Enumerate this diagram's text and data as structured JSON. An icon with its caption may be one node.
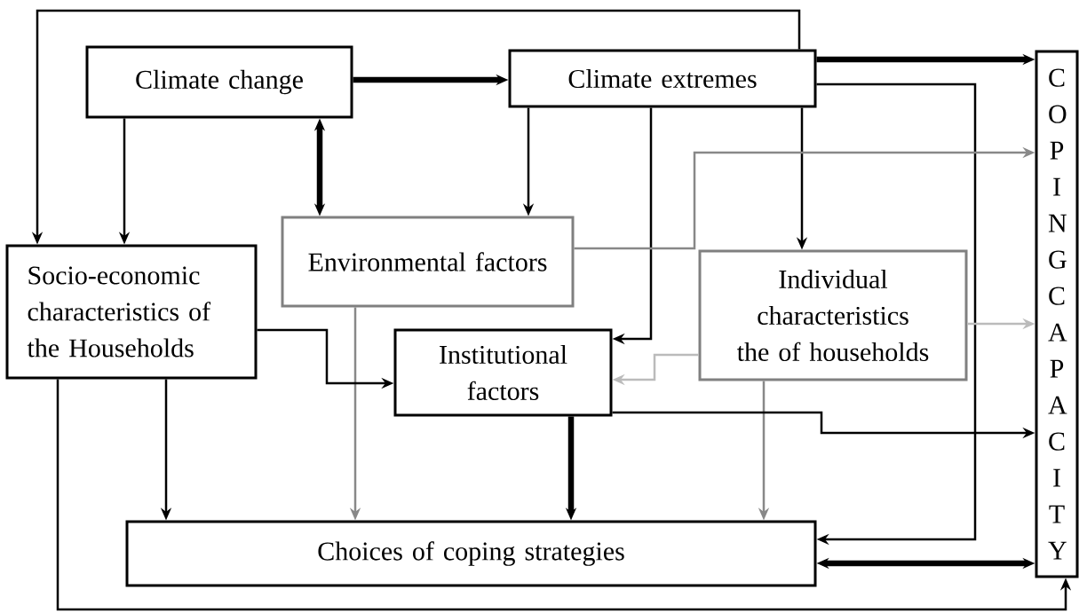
{
  "diagram": {
    "nodes": [
      {
        "text": [
          "Climate change"
        ]
      },
      {
        "text": [
          "Climate extremes"
        ]
      },
      {
        "text": [
          "COPING CAPACITY"
        ]
      },
      {
        "text": [
          "Environmental factors"
        ]
      },
      {
        "text": [
          "Socio-economic characteristics of the Households"
        ]
      },
      {
        "text": [
          "Individual characteristics the of households"
        ]
      },
      {
        "text": [
          "Institutional factors"
        ]
      },
      {
        "text": [
          "Choices of coping strategies"
        ]
      }
    ],
    "edges": [
      {
        "from": 1,
        "to": 4,
        "arrow": "to"
      },
      {
        "from": 0,
        "to": 1,
        "arrow": "to",
        "style": "thick"
      },
      {
        "from": 0,
        "to": 4,
        "arrow": "to"
      },
      {
        "from": 0,
        "to": 3,
        "arrow": "both",
        "style": "thick"
      },
      {
        "from": 1,
        "to": 3,
        "arrow": "to"
      },
      {
        "from": 1,
        "to": 2,
        "arrow": "to",
        "style": "thick"
      },
      {
        "from": 1,
        "to": 7,
        "arrow": "to"
      },
      {
        "from": 1,
        "to": 6,
        "arrow": "to"
      },
      {
        "from": 1,
        "to": 5,
        "arrow": "to"
      },
      {
        "from": 3,
        "to": 2,
        "arrow": "to",
        "color": "#888888"
      },
      {
        "from": 3,
        "to": 7,
        "arrow": "to",
        "color": "#888888"
      },
      {
        "from": 4,
        "to": 6,
        "arrow": "to"
      },
      {
        "from": 4,
        "to": 7,
        "arrow": "to"
      },
      {
        "from": 4,
        "to": 2,
        "arrow": "to"
      },
      {
        "from": 5,
        "to": 2,
        "arrow": "to",
        "color": "#bbbbbb"
      },
      {
        "from": 5,
        "to": 6,
        "arrow": "to",
        "color": "#bbbbbb"
      },
      {
        "from": 5,
        "to": 7,
        "arrow": "to",
        "color": "#888888"
      },
      {
        "from": 6,
        "to": 7,
        "arrow": "to",
        "style": "thick"
      },
      {
        "from": 6,
        "to": 2,
        "arrow": "to"
      },
      {
        "from": 7,
        "to": 2,
        "arrow": "both",
        "style": "thick"
      }
    ]
  }
}
